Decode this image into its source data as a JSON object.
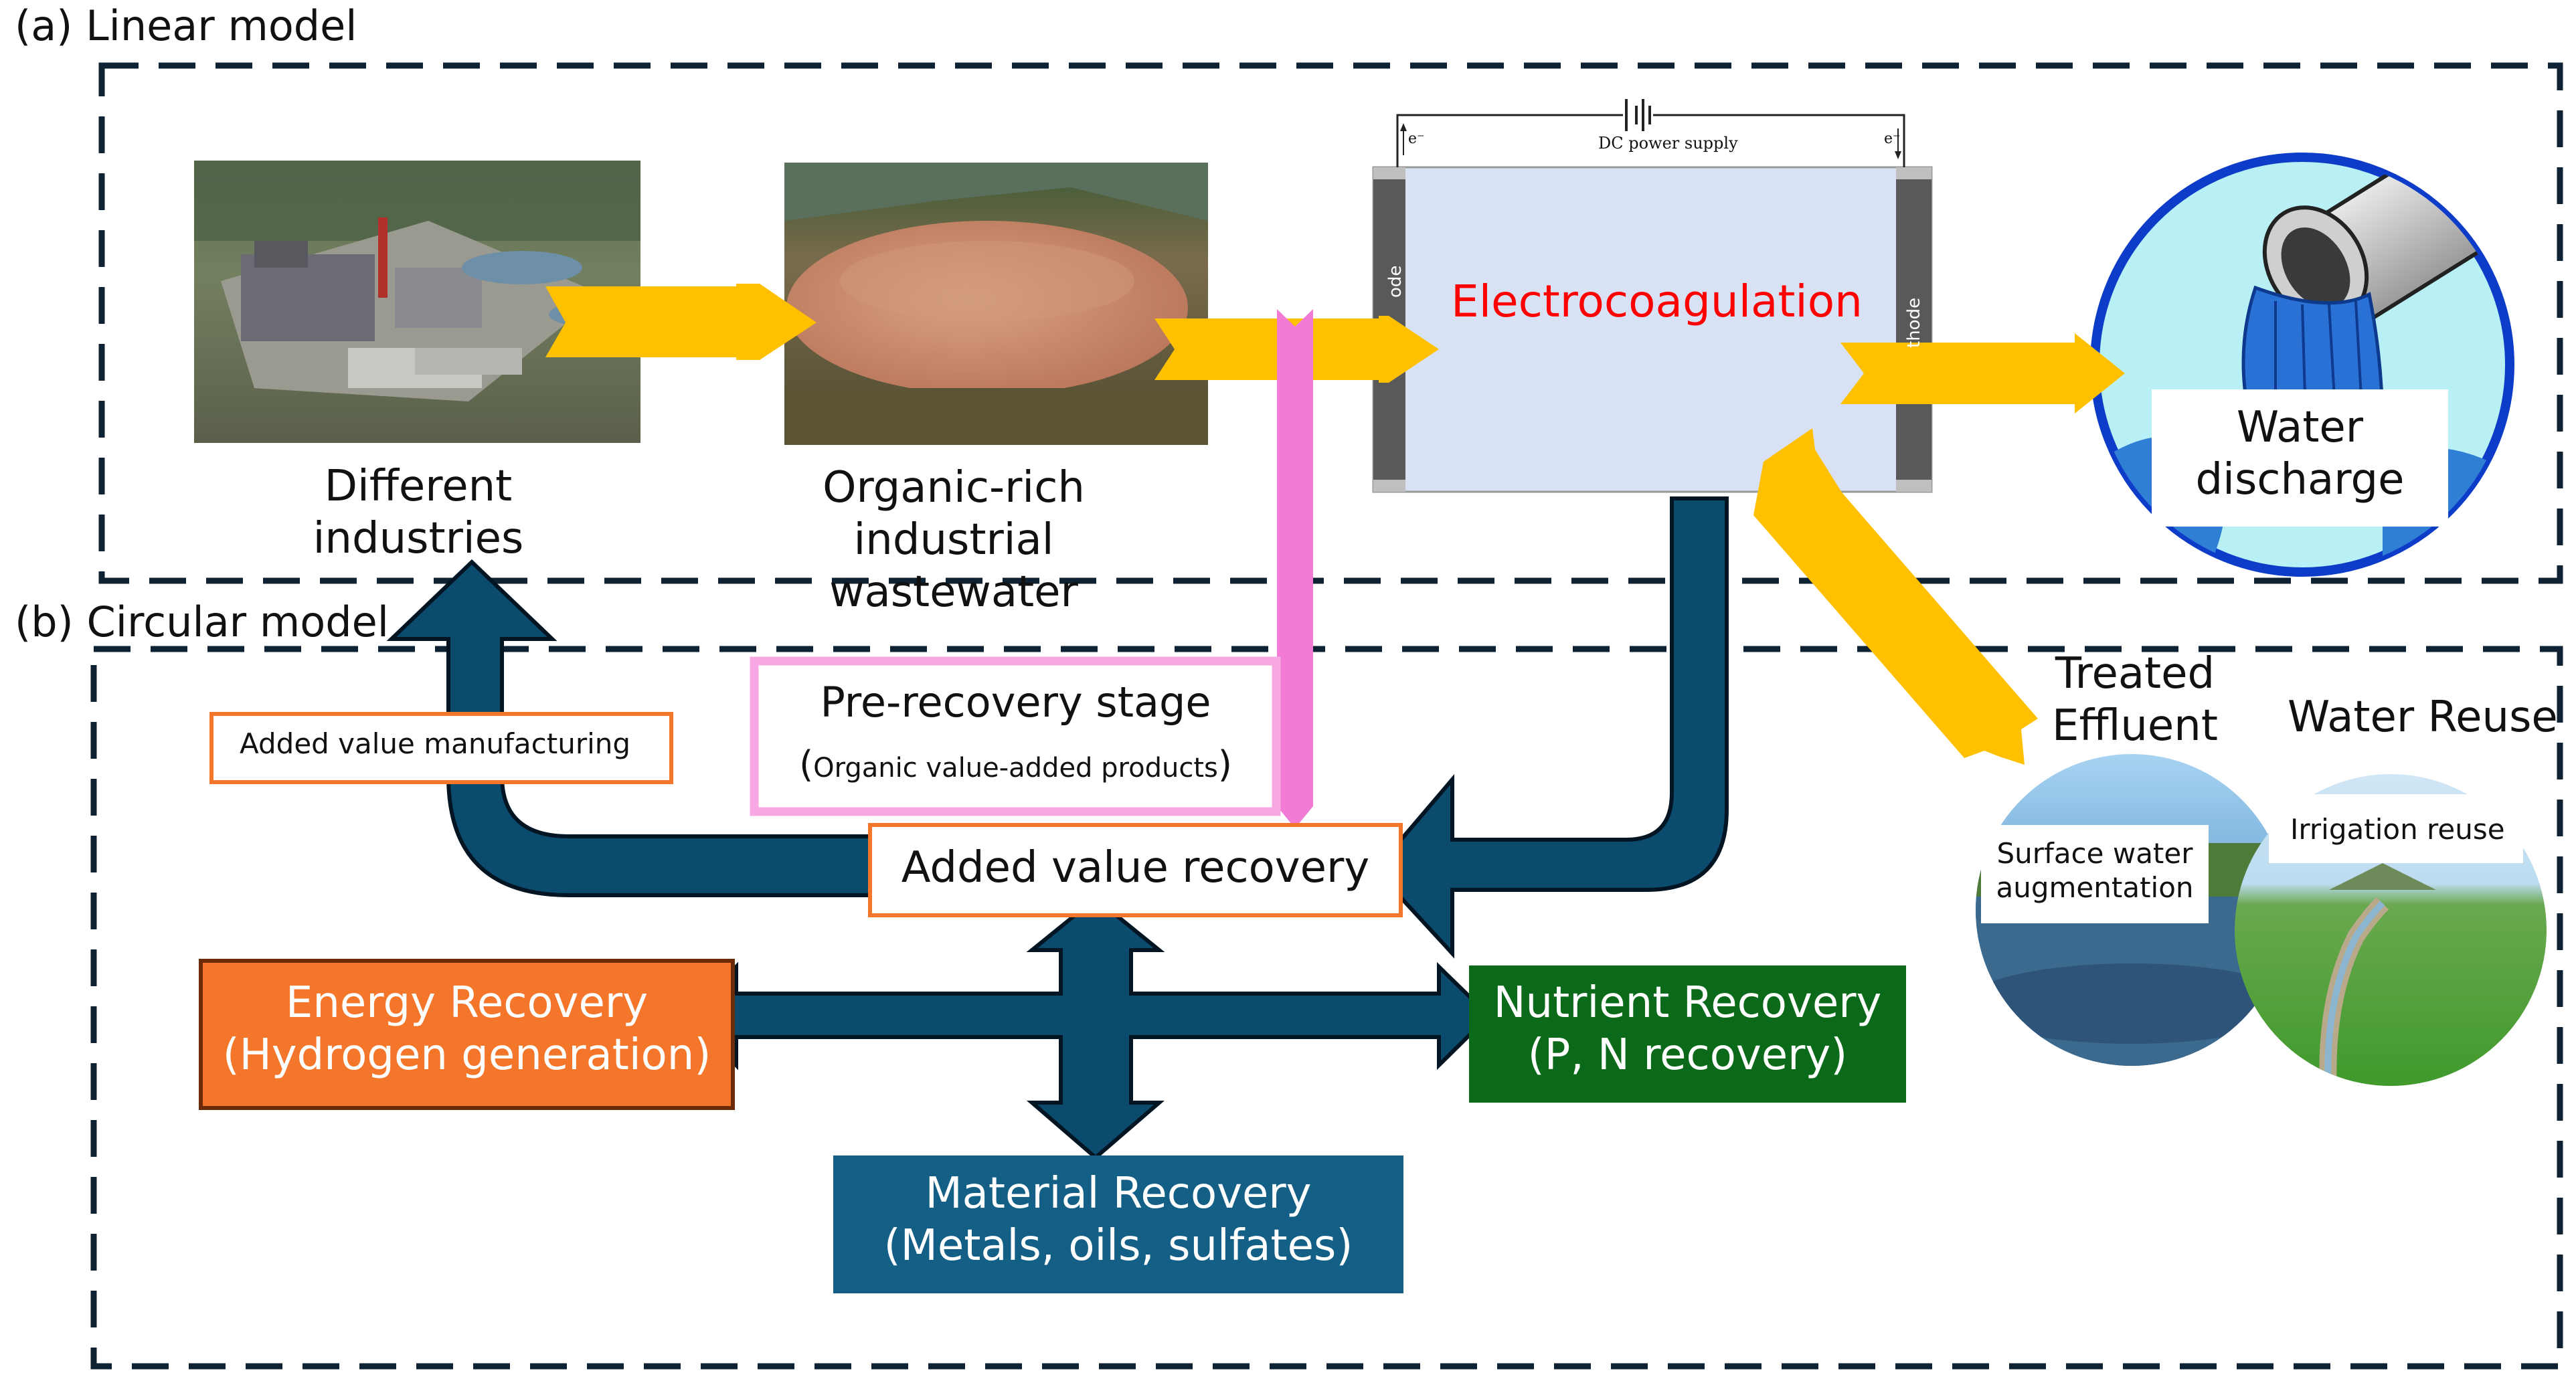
{
  "sections": {
    "linear_title": "(a) Linear model",
    "circular_title": "(b) Circular model"
  },
  "linear": {
    "industries": [
      "Different",
      "industries"
    ],
    "wastewater": [
      "Organic-rich",
      "industrial",
      "wastewater"
    ],
    "cell": {
      "title": "Electrocoagulation",
      "power": "DC power supply",
      "electron_left": "e⁻",
      "electron_right": "e⁻",
      "anode_label": "ode",
      "cathode_label": "thode"
    },
    "discharge": [
      "Water",
      "discharge"
    ]
  },
  "circular": {
    "added_value_manufacturing": "Added value manufacturing",
    "pre_recovery": {
      "title": "Pre-recovery stage",
      "subtitle_paren_open": "(",
      "subtitle": "Organic value-added products",
      "subtitle_paren_close": ")"
    },
    "added_value_recovery": "Added value recovery",
    "energy": [
      "Energy Recovery",
      "(Hydrogen generation)"
    ],
    "nutrient": [
      "Nutrient Recovery",
      "(P, N recovery)"
    ],
    "material": [
      "Material Recovery",
      "(Metals, oils, sulfates)"
    ],
    "treated_effluent": [
      "Treated",
      "Effluent"
    ],
    "water_reuse": "Water Reuse",
    "surface_water": [
      "Surface water",
      "augmentation"
    ],
    "irrigation": "Irrigation reuse"
  },
  "colors": {
    "navy_arrow": "#0b4b6e",
    "yellow_arrow": "#ffc000",
    "pink": "#f27bd6",
    "orange": "#f4762a",
    "green": "#0b6a1a",
    "teal_box": "#135f86",
    "cell_fill": "#d9e2f5",
    "electrocoag_text": "#ff0000"
  }
}
